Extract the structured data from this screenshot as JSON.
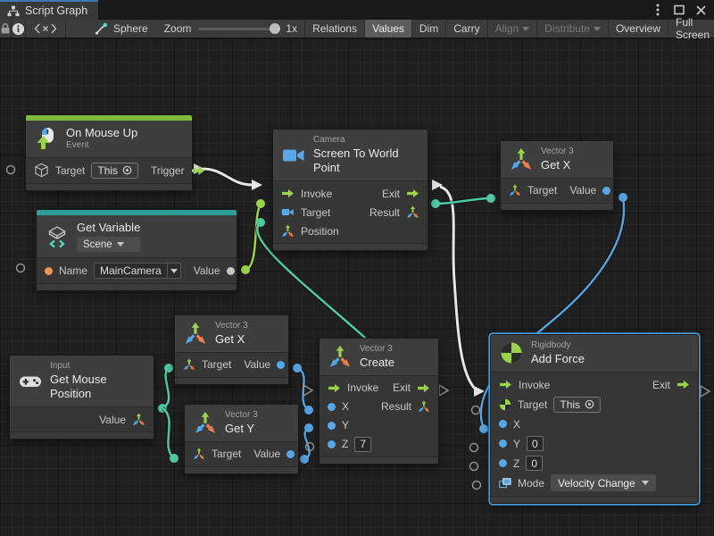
{
  "window": {
    "tab_title": "Script Graph"
  },
  "toolbar": {
    "sphere_label": "Sphere",
    "zoom_label": "Zoom",
    "zoom_value": "1x",
    "buttons": [
      {
        "label": "Relations"
      },
      {
        "label": "Values"
      },
      {
        "label": "Dim"
      },
      {
        "label": "Carry"
      },
      {
        "label": "Align"
      },
      {
        "label": "Distribute"
      },
      {
        "label": "Overview"
      },
      {
        "label": "Full Screen"
      }
    ]
  },
  "nodes": {
    "on_mouse_up": {
      "title": "On Mouse Up",
      "subtitle": "Event",
      "target_label": "Target",
      "target_value": "This",
      "trigger_label": "Trigger"
    },
    "get_variable": {
      "title": "Get Variable",
      "scope": "Scene",
      "name_label": "Name",
      "name_value": "MainCamera",
      "value_label": "Value"
    },
    "camera": {
      "category": "Camera",
      "title": "Screen To World Point",
      "invoke_label": "Invoke",
      "exit_label": "Exit",
      "target_label": "Target",
      "result_label": "Result",
      "position_label": "Position"
    },
    "get_x_top": {
      "category": "Vector 3",
      "title": "Get X",
      "target_label": "Target",
      "value_label": "Value"
    },
    "get_x_mid": {
      "category": "Vector 3",
      "title": "Get X",
      "target_label": "Target",
      "value_label": "Value"
    },
    "get_y": {
      "category": "Vector 3",
      "title": "Get Y",
      "target_label": "Target",
      "value_label": "Value"
    },
    "input": {
      "category": "Input",
      "title": "Get Mouse Position",
      "value_label": "Value"
    },
    "create": {
      "category": "Vector 3",
      "title": "Create",
      "invoke_label": "Invoke",
      "exit_label": "Exit",
      "x_label": "X",
      "result_label": "Result",
      "y_label": "Y",
      "z_label": "Z",
      "z_value": "7"
    },
    "add_force": {
      "category": "Rigidbody",
      "title": "Add Force",
      "invoke_label": "Invoke",
      "exit_label": "Exit",
      "target_label": "Target",
      "target_value": "This",
      "x_label": "X",
      "y_label": "Y",
      "y_value": "0",
      "z_label": "Z",
      "z_value": "0",
      "mode_label": "Mode",
      "mode_value": "Velocity Change"
    }
  },
  "colors": {
    "lime": "#9BD34A",
    "teal": "#4FC9A4",
    "blue": "#56A8E8",
    "orange": "#EE9658",
    "green_bar": "#7FBA3A",
    "teal_bar": "#2E9E96",
    "selection": "#4A9EE2",
    "wire_white": "#E6E6E6"
  }
}
